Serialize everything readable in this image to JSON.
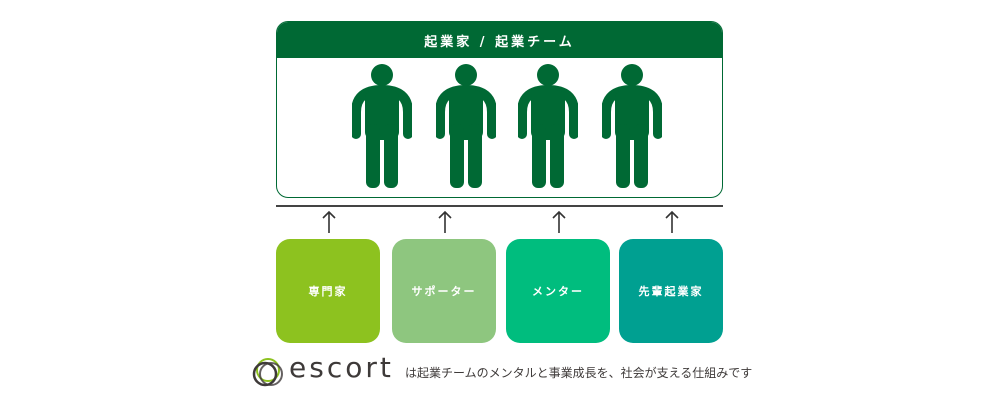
{
  "team": {
    "title": "起業家 / 起業チーム",
    "members": 4,
    "color": "#006934"
  },
  "supporters": [
    {
      "label": "専門家",
      "color": "#8dc21f"
    },
    {
      "label": "サポーター",
      "color": "#8ec67f"
    },
    {
      "label": "メンター",
      "color": "#00bd7e"
    },
    {
      "label": "先輩起業家",
      "color": "#00a091"
    }
  ],
  "footer": {
    "brand": "escort",
    "tagline": "は起業チームのメンタルと事業成長を、社会が支える仕組みです"
  }
}
